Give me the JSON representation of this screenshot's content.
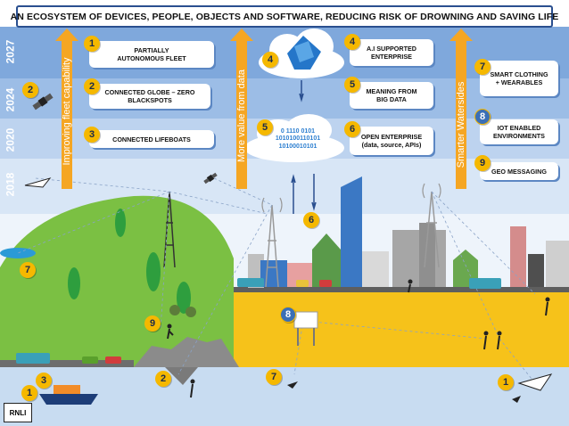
{
  "title": "AN ECOSYSTEM OF DEVICES, PEOPLE, OBJECTS AND SOFTWARE, REDUCING RISK OF DROWNING AND SAVING LIFE",
  "years": [
    "2027",
    "2024",
    "2020",
    "2018"
  ],
  "arrows": {
    "fleet": "Improving fleet capability",
    "data": "More value from data",
    "waterside": "Smarter Watersides"
  },
  "callouts": {
    "c1": "PARTIALLY AUTONOMOUS FLEET",
    "c2": "CONNECTED GLOBE – ZERO BLACKSPOTS",
    "c3": "CONNECTED LIFEBOATS",
    "c4": "A.I SUPPORTED ENTERPRISE",
    "c5": "MEANING FROM BIG DATA",
    "c6_title": "OPEN ENTERPRISE",
    "c6_sub": "(data, source, APIs)",
    "c7": "SMART CLOTHING + WEARABLES",
    "c8": "IOT ENABLED ENVIRONMENTS",
    "c9": "GEO MESSAGING"
  },
  "binary": [
    "0 1110 0101",
    "1010100110101",
    "10100010101"
  ],
  "badges": {
    "b1": "1",
    "b2": "2",
    "b3": "3",
    "b4": "4",
    "b5": "5",
    "b6": "6",
    "b7": "7",
    "b8": "8",
    "b9": "9"
  },
  "logo": "RNLI",
  "colors": {
    "band_top": "#7fa8dc",
    "band_mid": "#9cbde6",
    "band_low": "#bdd3ef",
    "band_base": "#d8e6f6",
    "accent_orange": "#f5a623",
    "hill": "#7bc043",
    "sand": "#f6c21a",
    "sea": "#c8dcf1",
    "badge": "#f5b800"
  }
}
